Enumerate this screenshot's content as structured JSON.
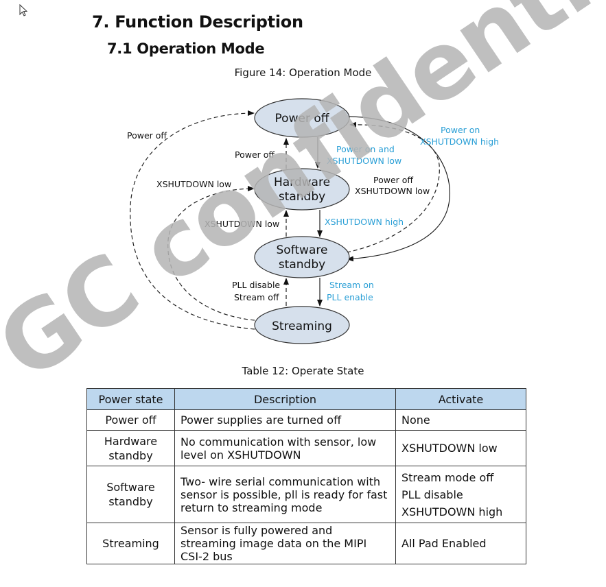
{
  "heading": "7. Function Description",
  "subheading": "7.1 Operation Mode",
  "figure_caption": "Figure 14: Operation Mode",
  "diagram": {
    "states": {
      "power_off": "Power off",
      "hw1": "Hardware",
      "hw2": "standby",
      "sw1": "Software",
      "sw2": "standby",
      "streaming": "Streaming"
    },
    "labels": {
      "left_outer": "Power off",
      "hw_to_off": "Power off",
      "left_mid": "XSHUTDOWN low",
      "sw_to_hw": "XSHUTDOWN low",
      "stream_to_sw_1": "PLL disable",
      "stream_to_sw_2": "Stream off",
      "off_to_hw_1": "Power on and",
      "off_to_hw_2": "XSHUTDOWN low",
      "hw_to_sw": "XSHUTDOWN high",
      "sw_to_stream_1": "Stream on",
      "sw_to_stream_2": "PLL enable",
      "sw_to_off_1": "Power off",
      "sw_to_off_2": "XSHUTDOWN low",
      "off_to_sw_1": "Power on",
      "off_to_sw_2": "XSHUTDOWN high"
    }
  },
  "table_caption": "Table 12: Operate State",
  "table": {
    "headers": [
      "Power state",
      "Description",
      "Activate"
    ],
    "rows": [
      {
        "state": "Power off",
        "desc": "Power supplies are turned off",
        "activate": [
          "None"
        ]
      },
      {
        "state": "Hardware standby",
        "desc": "No communication with sensor, low level on XSHUTDOWN",
        "activate": [
          "XSHUTDOWN low"
        ]
      },
      {
        "state": "Software standby",
        "desc": "Two- wire serial communication with sensor is possible, pll is ready for fast return to streaming mode",
        "activate": [
          "Stream mode off",
          "PLL disable",
          "XSHUTDOWN high"
        ]
      },
      {
        "state": "Streaming",
        "desc": "Sensor is fully powered and streaming image data on the MIPI CSI-2 bus",
        "activate": [
          "All Pad Enabled"
        ]
      }
    ]
  },
  "watermark": "GC confidential"
}
